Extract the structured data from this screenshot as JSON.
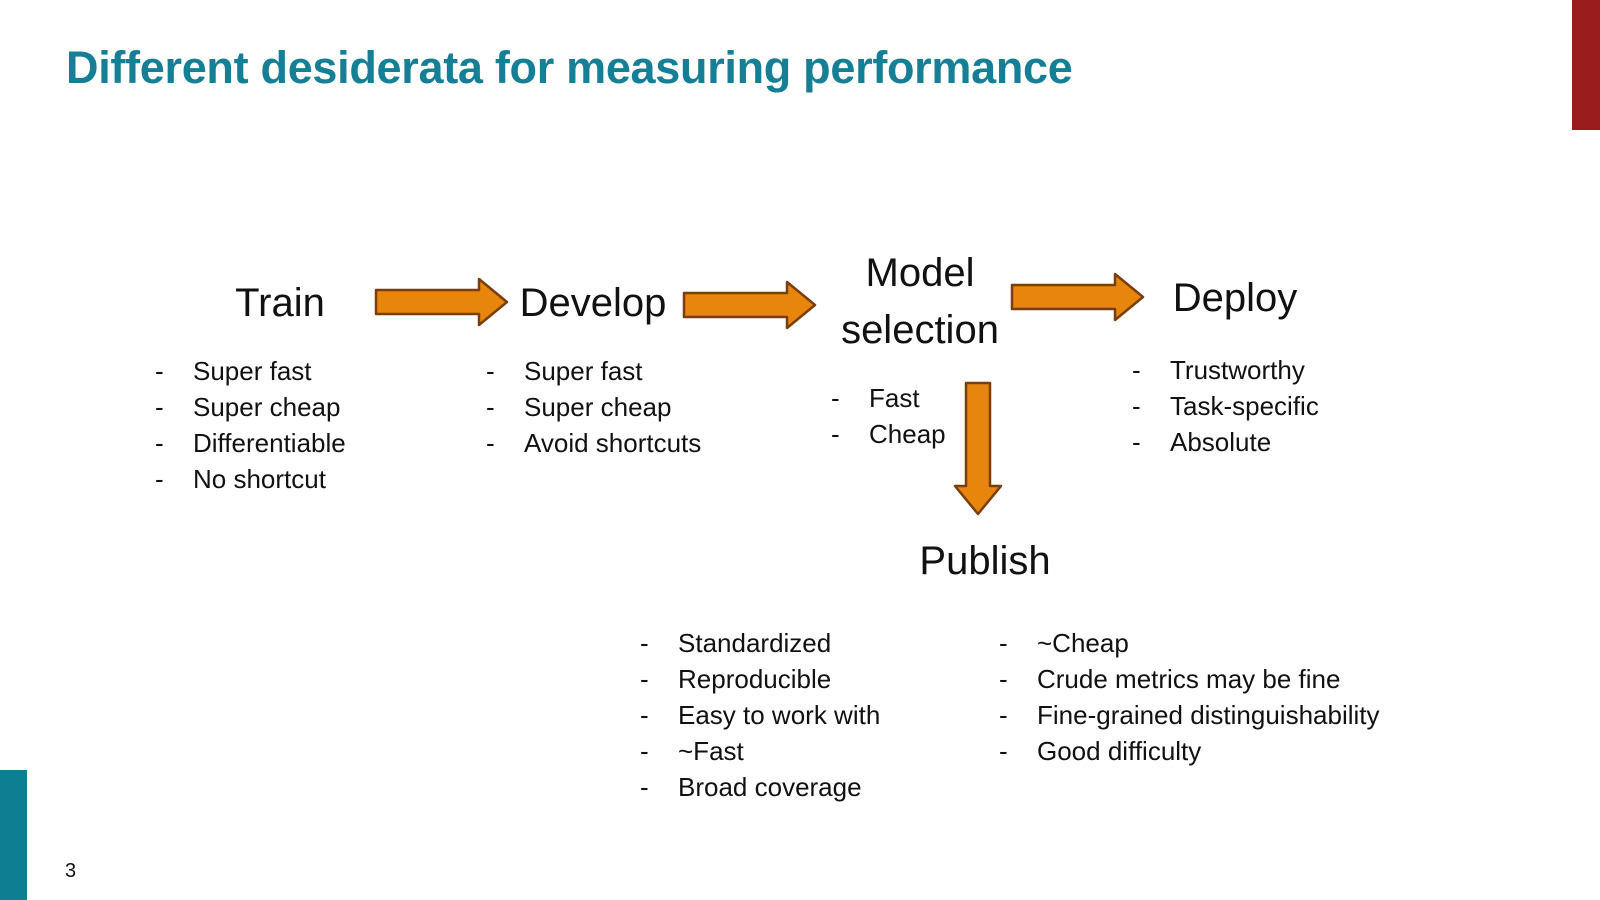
{
  "slide": {
    "title": "Different desiderata for measuring performance",
    "page_number": "3",
    "colors": {
      "title": "#157F95",
      "accent_teal": "#0E7E92",
      "accent_red": "#9B1C1C",
      "arrow_fill": "#E8850C",
      "arrow_stroke": "#7A3E0A"
    }
  },
  "stages": {
    "train": {
      "label": "Train",
      "items": [
        "Super fast",
        "Super cheap",
        "Differentiable",
        "No shortcut"
      ]
    },
    "develop": {
      "label": "Develop",
      "items": [
        "Super fast",
        "Super cheap",
        "Avoid shortcuts"
      ]
    },
    "model_selection": {
      "label_line1": "Model",
      "label_line2": "selection",
      "items": [
        "Fast",
        "Cheap"
      ]
    },
    "deploy": {
      "label": "Deploy",
      "items": [
        "Trustworthy",
        "Task-specific",
        "Absolute"
      ]
    },
    "publish": {
      "label": "Publish",
      "items_left": [
        "Standardized",
        "Reproducible",
        "Easy to work with",
        "~Fast",
        "Broad coverage"
      ],
      "items_right": [
        "~Cheap",
        "Crude metrics may be fine",
        "Fine-grained distinguishability",
        "Good difficulty"
      ]
    }
  }
}
